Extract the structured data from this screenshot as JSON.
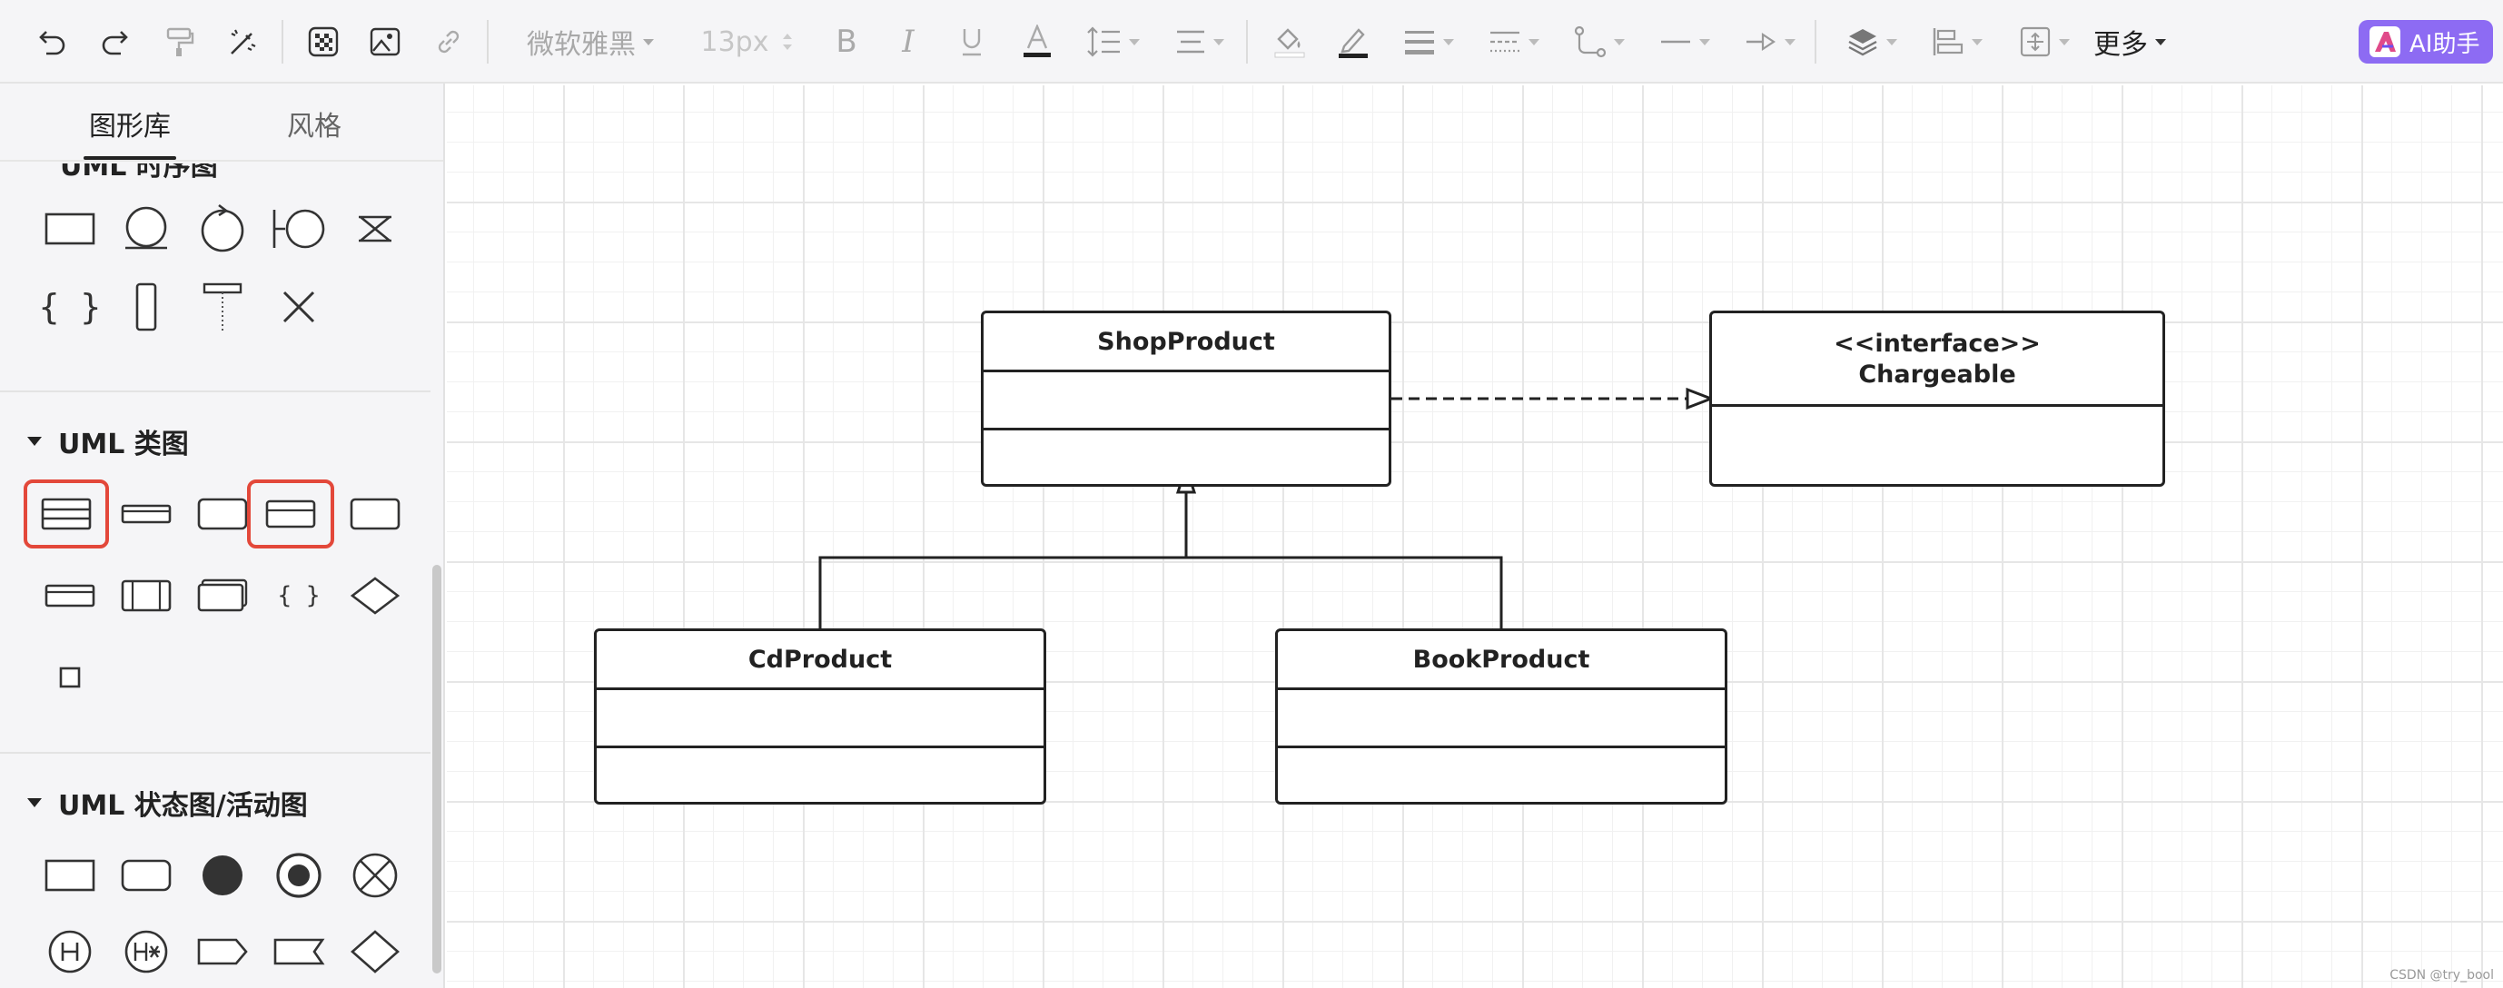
{
  "toolbar": {
    "icons": [
      "undo-icon",
      "redo-icon",
      "format-painter-icon",
      "clear-format-icon",
      "transparency-icon",
      "image-icon",
      "link-icon",
      "bold-icon",
      "italic-icon",
      "underline-icon",
      "font-color-icon",
      "line-height-icon",
      "align-icon",
      "fill-color-icon",
      "line-color-icon",
      "line-width-icon",
      "line-style-icon",
      "connector-icon",
      "line-type-icon",
      "arrow-icon",
      "layer-icon",
      "arrange-icon",
      "size-icon"
    ],
    "font_family": "微软雅黑",
    "font_size": "13px",
    "more_label": "更多",
    "ai_label": "AI助手"
  },
  "sidebar": {
    "tabs": [
      {
        "label": "图形库"
      },
      {
        "label": "风格"
      }
    ],
    "sections": [
      {
        "title": "UML 时序图"
      },
      {
        "title": "UML 类图"
      },
      {
        "title": "UML 状态图/活动图"
      }
    ]
  },
  "diagram": {
    "classes": [
      {
        "name": "ShopProduct",
        "stereotype": ""
      },
      {
        "name": "Chargeable",
        "stereotype": "<<interface>>"
      },
      {
        "name": "CdProduct",
        "stereotype": ""
      },
      {
        "name": "BookProduct",
        "stereotype": ""
      }
    ]
  },
  "watermark": "CSDN @try_bool",
  "colors": {
    "accent": "#8d6bf3",
    "selection": "#e3483a",
    "stroke": "#222222"
  }
}
